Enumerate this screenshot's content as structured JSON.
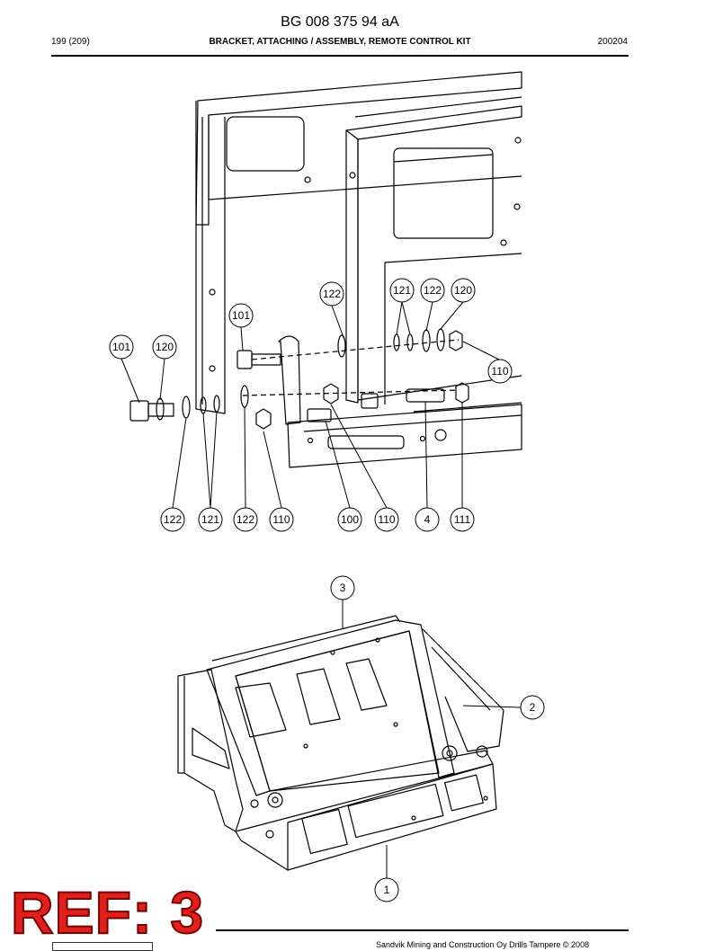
{
  "header": {
    "document_number": "BG 008 375 94 aA",
    "page": "199 (209)",
    "title": "BRACKET, ATTACHING / ASSEMBLY, REMOTE CONTROL KIT",
    "code": "200204"
  },
  "callouts_exploded": [
    {
      "label": "122"
    },
    {
      "label": "121"
    },
    {
      "label": "122"
    },
    {
      "label": "120"
    },
    {
      "label": "101"
    },
    {
      "label": "101"
    },
    {
      "label": "120"
    },
    {
      "label": "110"
    },
    {
      "label": "122"
    },
    {
      "label": "121"
    },
    {
      "label": "122"
    },
    {
      "label": "110"
    },
    {
      "label": "100"
    },
    {
      "label": "110"
    },
    {
      "label": "4"
    },
    {
      "label": "111"
    }
  ],
  "callouts_assembly": [
    {
      "label": "3"
    },
    {
      "label": "2"
    },
    {
      "label": "1"
    }
  ],
  "ref_stamp": "REF: 3",
  "footer": {
    "copyright": "Sandvik Mining and Construction Oy Drills Tampere © 2008"
  }
}
